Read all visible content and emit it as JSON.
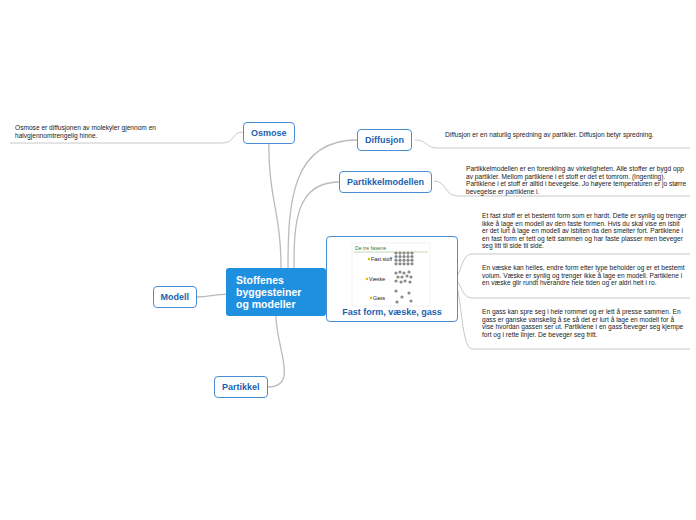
{
  "diagram": {
    "nodes": [
      {
        "text": [
          "Stoffenes byggesteiner og modeller"
        ]
      },
      {
        "text": [
          "Osmose"
        ]
      },
      {
        "text": [
          "Diffusjon"
        ]
      },
      {
        "text": [
          "Partikkelmodellen"
        ]
      },
      {
        "text": [
          "Fast form, væske, gass"
        ]
      },
      {
        "text": [
          "Modell"
        ]
      },
      {
        "text": [
          "Partikkel"
        ]
      }
    ],
    "edges": [
      {
        "from": 0,
        "to": 1,
        "arrow": "none"
      },
      {
        "from": 0,
        "to": 2,
        "arrow": "none"
      },
      {
        "from": 0,
        "to": 3,
        "arrow": "none"
      },
      {
        "from": 0,
        "to": 4,
        "arrow": "none"
      },
      {
        "from": 0,
        "to": 5,
        "arrow": "none"
      },
      {
        "from": 0,
        "to": 6,
        "arrow": "none"
      }
    ],
    "labels": [
      "Osmose er diffusjonen av molekyler gjennom en halvgjennomtrengelig hinne.",
      "Diffusjon er en naturlig spredning av partikler. Diffusjon betyr spredning.",
      "Partikkelmodellen er en forenkling av virkeligheten. Alle stoffer er bygd opp av partikler. Mellom partiklene i et stoff er det et tomrom. (Ingenting). Partiklene i et stoff er alltid i bevegelse. Jo høyere temperaturen er jo større bevegelse er partiklene i.",
      "Et fast stoff er et bestemt form som er hardt. Dette er synlig og trenger ikke å lage en modell av den faste formen. Hvis du skal vise en isbit er det lurt å lage en modell av isbiten da den smelter fort. Partiklene i en fast form er tett og tett sammen og har faste plasser men beveger seg litt til side til side.",
      "En væske kan helles, endre form etter type beholder og er et bestemt volum. Væske er synlig og trenger ikke å lage en modell. Partiklene i en væske glir rundt hverandre hele tiden og er aldri helt i ro.",
      "En gass kan spre seg i hele rommet og er lett å presse sammen. En gass er ganske vanskelig å se så det er lurt å lage en modell for å vise hvordan gassen ser ut. Partiklene i en gass beveger seg kjempe fort og i rette linjer. De beveger seg fritt.",
      "De tre fasene",
      "Fast stoff",
      "Væske",
      "Gass"
    ]
  }
}
